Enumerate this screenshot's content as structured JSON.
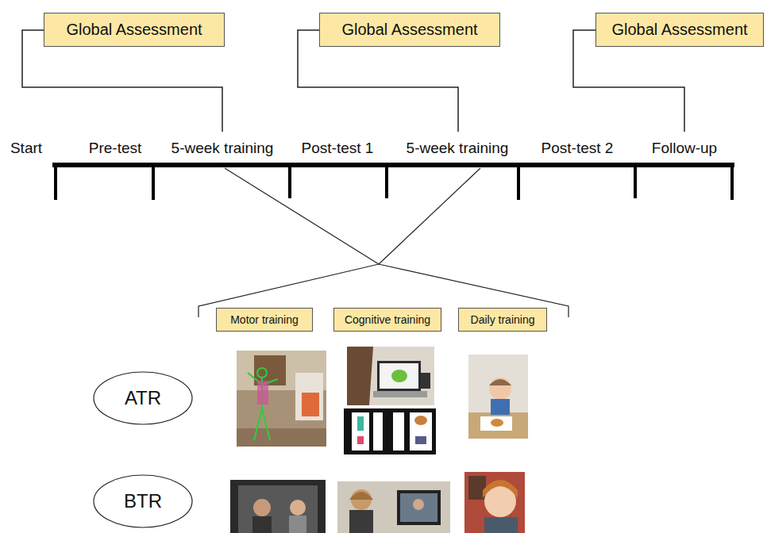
{
  "diagram": {
    "nodes": [
      {
        "text": [
          "Global Assessment"
        ]
      },
      {
        "text": [
          "Global Assessment"
        ]
      },
      {
        "text": [
          "Global Assessment"
        ]
      },
      {
        "text": [
          "Motor training"
        ]
      },
      {
        "text": [
          "Cognitive training"
        ]
      },
      {
        "text": [
          "Daily training"
        ]
      },
      {
        "text": [
          "ATR"
        ]
      },
      {
        "text": [
          "BTR"
        ]
      }
    ],
    "labels": [
      "Start",
      "Pre-test",
      "5-week training",
      "Post-test 1",
      "5-week training",
      "Post-test 2",
      "Follow-up"
    ]
  }
}
